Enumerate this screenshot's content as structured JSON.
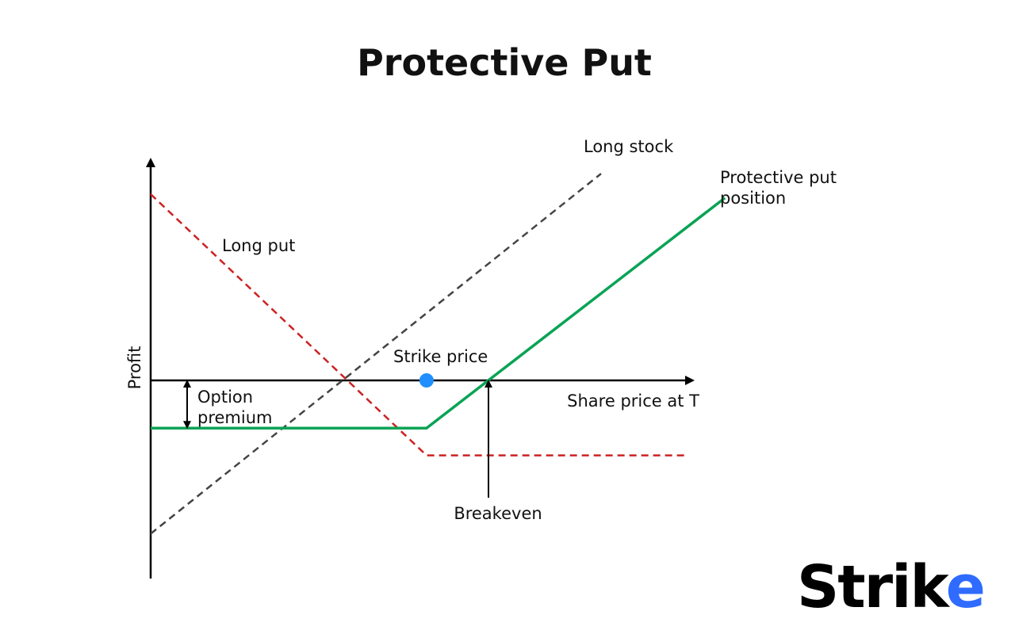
{
  "chart_data": {
    "type": "line",
    "title": "Protective Put",
    "xlabel": "Share price at T",
    "ylabel": "Profit",
    "xlim": [
      0,
      100
    ],
    "ylim": [
      -100,
      100
    ],
    "grid": false,
    "series": [
      {
        "name": "Long stock",
        "color": "#444444",
        "dash": true,
        "points": [
          [
            0,
            -90
          ],
          [
            80,
            111
          ]
        ]
      },
      {
        "name": "Long put",
        "color": "#cc2222",
        "dash": true,
        "points": [
          [
            0,
            100
          ],
          [
            49,
            -44
          ],
          [
            95,
            -44
          ]
        ]
      },
      {
        "name": "Protective put position",
        "color": "#0aa356",
        "dash": false,
        "points": [
          [
            0,
            -28
          ],
          [
            49,
            -28
          ],
          [
            102,
            98
          ]
        ]
      }
    ],
    "strike_marker": {
      "x": 49,
      "y": 0,
      "color": "#1f8fff"
    },
    "breakeven_x": 60,
    "premium_range": [
      0,
      -28
    ],
    "annotations": {
      "long_stock": "Long stock",
      "long_put": "Long put",
      "protective_put_line1": "Protective put",
      "protective_put_line2": "position",
      "strike_price": "Strike price",
      "option_line1": "Option",
      "option_line2": "premium",
      "breakeven": "Breakeven"
    }
  },
  "logo": {
    "text": "Strike",
    "part1": "Stri",
    "part2": "k",
    "part3": "e",
    "accent_color": "#2f6bff"
  }
}
